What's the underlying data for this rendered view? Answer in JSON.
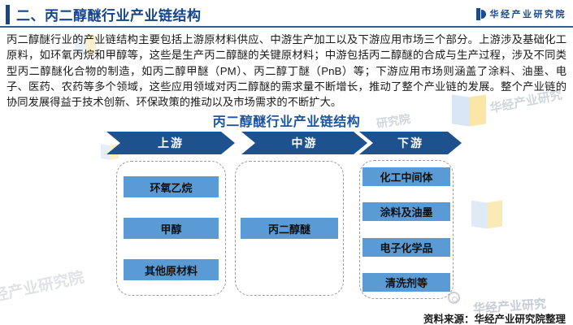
{
  "header": {
    "title": "二、丙二醇醚行业产业链结构",
    "logo_text": "华经产业研究院",
    "accent_color": "#17458c"
  },
  "paragraph": "丙二醇醚行业的产业链结构主要包括上游原材料供应、中游生产加工以及下游应用市场三个部分。上游涉及基础化工原料，如环氧丙烷和甲醇等，这些是生产丙二醇醚的关键原材料；中游包括丙二醇醚的合成与生产过程，涉及不同类型丙二醇醚化合物的制造，如丙二醇甲醚（PM）、丙二醇丁醚（PnB）等；下游应用市场则涵盖了涂料、油墨、电子、医药、农药等多个领域，这些应用领域对丙二醇醚的需求量不断增长，推动了整个产业链的发展。整个产业链的协同发展得益于技术创新、环保政策的推动以及市场需求的不断扩大。",
  "diagram": {
    "title": "丙二醇醚行业产业链结构",
    "arrow_color": "#1e528f",
    "box_color": "#5b9bd5",
    "columns": [
      {
        "stage": "上游",
        "items": [
          "环氧乙烷",
          "甲醇",
          "其他原材料"
        ]
      },
      {
        "stage": "中游",
        "items": [
          "丙二醇醚"
        ]
      },
      {
        "stage": "下游",
        "items": [
          "化工中间体",
          "涂料及油墨",
          "电子化学品",
          "清洗剂等"
        ]
      }
    ]
  },
  "footer": {
    "source": "资料来源：华经产业研究院整理"
  },
  "watermarks": {
    "bottom_left": "经产业研究院",
    "mid_right": "华经产业研究",
    "title_right": "研究院",
    "bottom_right": "华经产业研究"
  }
}
